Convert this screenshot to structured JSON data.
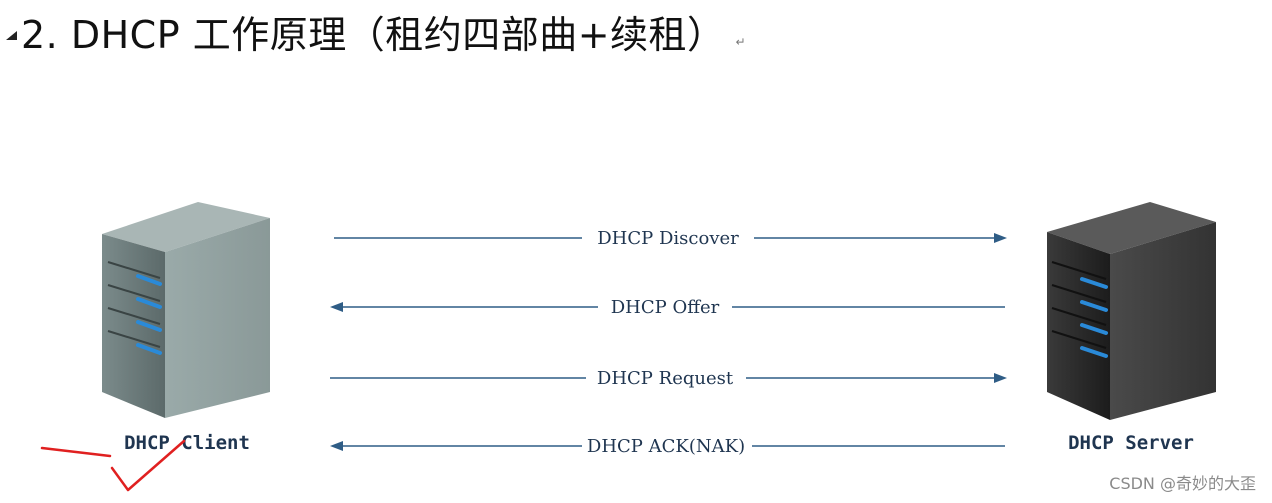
{
  "heading": {
    "title": "2. DHCP 工作原理（租约四部曲+续租）",
    "paragraph_mark": "↵"
  },
  "diagram": {
    "client_label": "DHCP Client",
    "server_label": "DHCP Server",
    "messages": [
      {
        "label": "DHCP Discover",
        "direction": "to-server"
      },
      {
        "label": "DHCP Offer",
        "direction": "to-client"
      },
      {
        "label": "DHCP Request",
        "direction": "to-server"
      },
      {
        "label": "DHCP ACK(NAK)",
        "direction": "to-client"
      }
    ],
    "colors": {
      "arrow": "#2f5d86",
      "label": "#1f3550",
      "client_server": "#6f7f7f",
      "server": "#2b2b2b",
      "led": "#2a8ad8",
      "annotation": "#e02020"
    }
  },
  "watermark": "CSDN @奇妙的大歪"
}
